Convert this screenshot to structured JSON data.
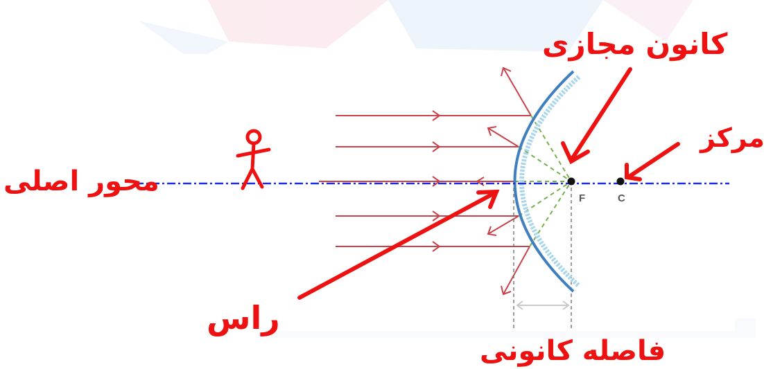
{
  "labels": {
    "principal_axis": "محور اصلی",
    "virtual_focus": "کانون مجازی",
    "center": "مرکز",
    "vertex": "راس",
    "focal_length": "فاصله کانونی",
    "focus_letter": "F",
    "center_letter": "C"
  },
  "colors": {
    "ray": "#c8424b",
    "axis": "#1d2fd6",
    "mirror": "#3f7fbf",
    "mirror_hatch": "#a9d6ea",
    "normal_dash": "#72b04a",
    "annotation": "#ee1111",
    "background_band": "#e6ecfb"
  }
}
